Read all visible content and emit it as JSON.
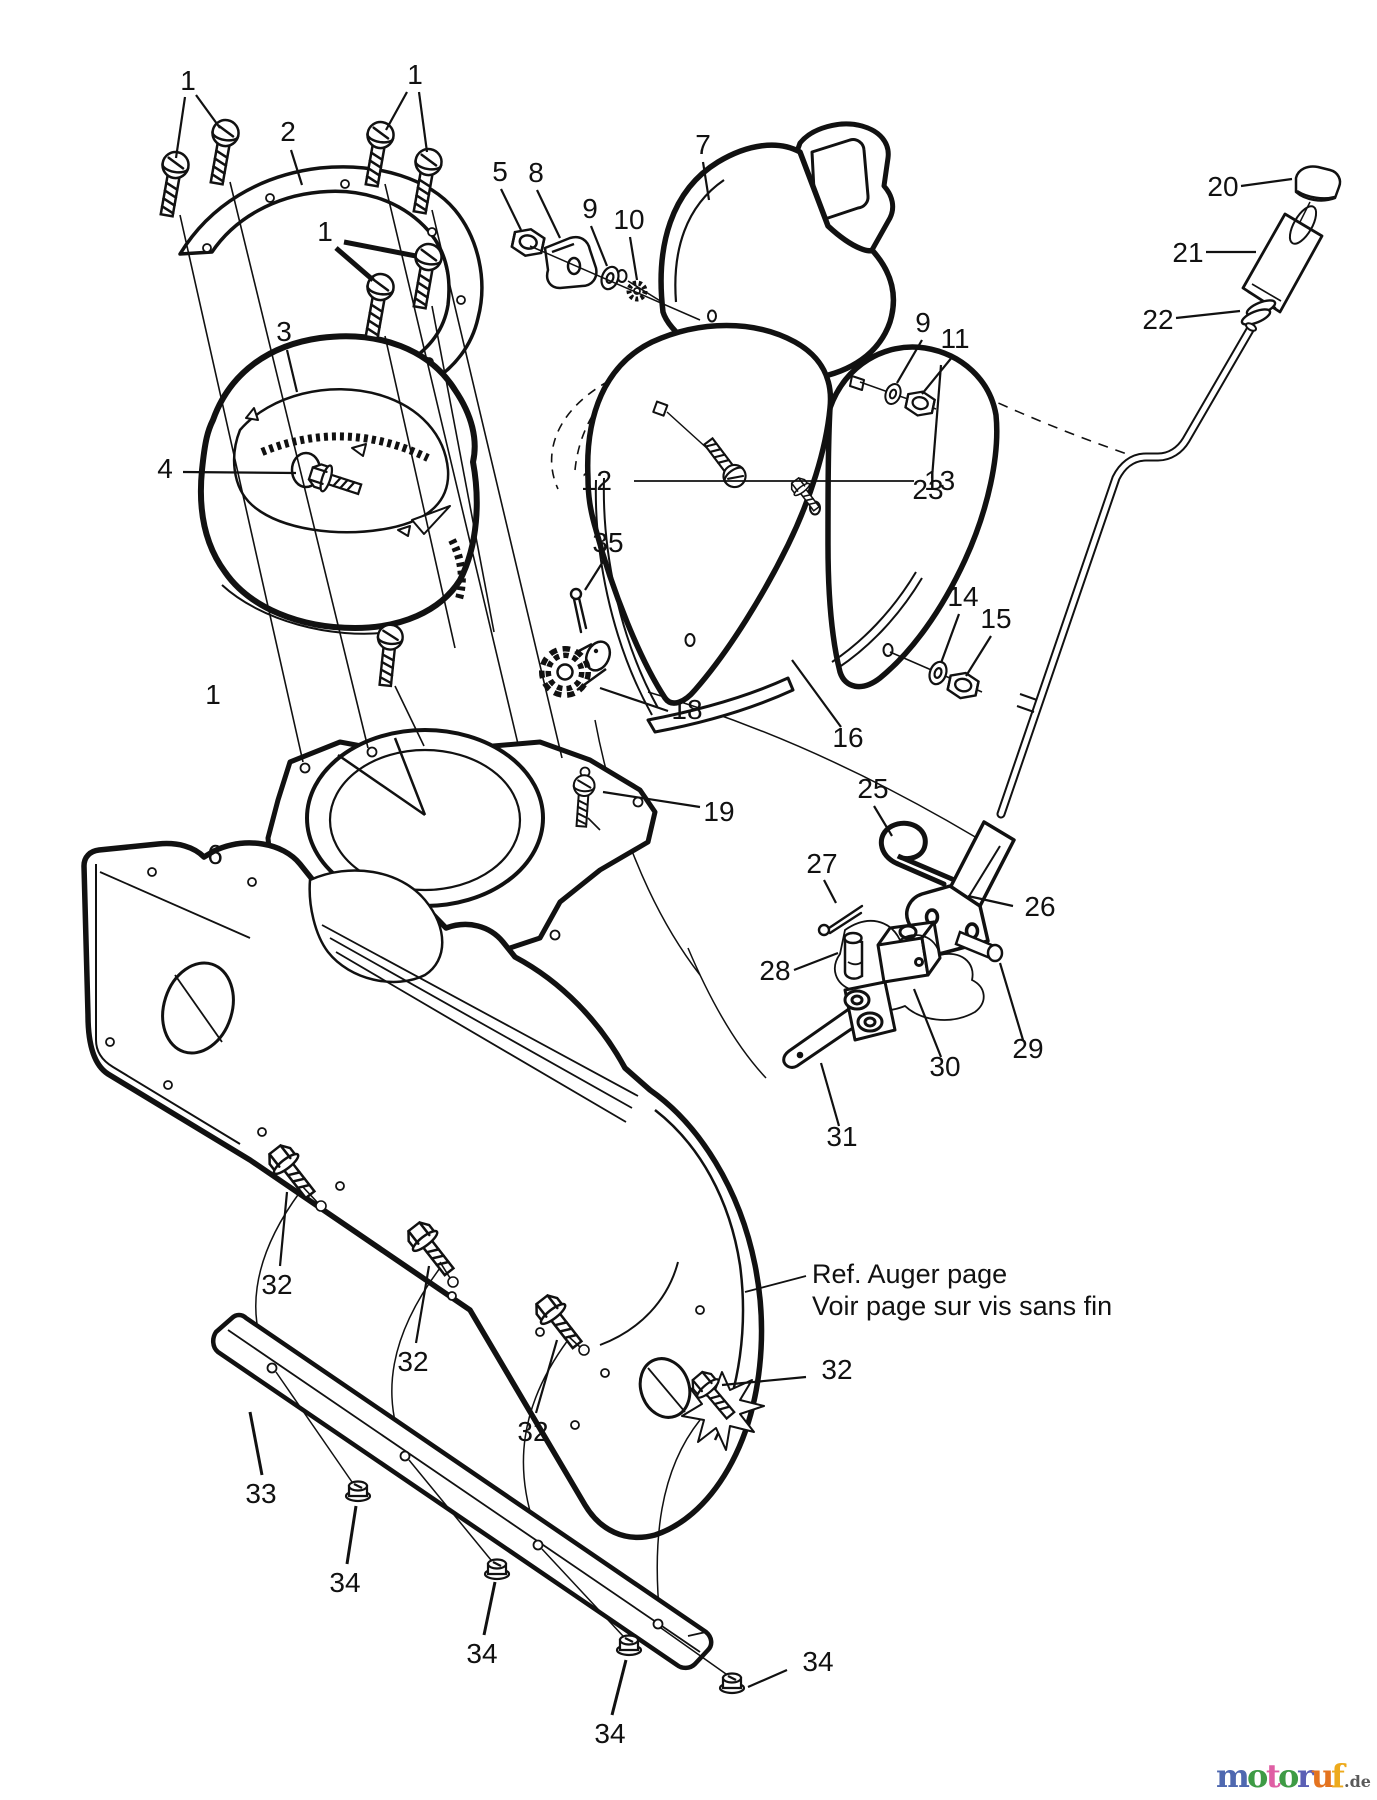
{
  "diagram": {
    "type": "exploded-parts-diagram",
    "subject": "Snow thrower discharge chute and chute crank assembly",
    "note": {
      "line1": "Ref. Auger page",
      "line2": "Voir page sur vis sans fin"
    }
  },
  "colors": {
    "ink": "#111111",
    "background": "#ffffff"
  },
  "callouts": [
    {
      "part": "carriage-bolt",
      "text": "1"
    },
    {
      "part": "carriage-bolt",
      "text": "1"
    },
    {
      "part": "retainer-ring",
      "text": "2"
    },
    {
      "part": "carriage-bolt",
      "text": "1"
    },
    {
      "part": "chute-base-ring",
      "text": "3"
    },
    {
      "part": "center-bolt",
      "text": "4"
    },
    {
      "part": "lock-nut",
      "text": "5"
    },
    {
      "part": "bracket",
      "text": "8"
    },
    {
      "part": "washer",
      "text": "9"
    },
    {
      "part": "lock-washer",
      "text": "10"
    },
    {
      "part": "upper-chute-deflector",
      "text": "7"
    },
    {
      "part": "washer",
      "text": "9"
    },
    {
      "part": "hex-nut",
      "text": "11"
    },
    {
      "part": "carriage-bolt",
      "text": "12"
    },
    {
      "part": "screw",
      "text": "13"
    },
    {
      "part": "washer",
      "text": "14"
    },
    {
      "part": "hex-nut",
      "text": "15"
    },
    {
      "part": "chute-lower-edge",
      "text": "16"
    },
    {
      "part": "cotter-pin",
      "text": "35"
    },
    {
      "part": "pinion-gear",
      "text": "18"
    },
    {
      "part": "screw",
      "text": "19"
    },
    {
      "part": "carriage-bolt",
      "text": "1"
    },
    {
      "part": "chute-collar",
      "text": "6"
    },
    {
      "part": "knob-cap",
      "text": "20"
    },
    {
      "part": "crank-grip",
      "text": "21"
    },
    {
      "part": "washer",
      "text": "22"
    },
    {
      "part": "crank-rod",
      "text": "23"
    },
    {
      "part": "hairpin-clip",
      "text": "25"
    },
    {
      "part": "clevis-coupler",
      "text": "26"
    },
    {
      "part": "cotter-pin",
      "text": "27"
    },
    {
      "part": "pin",
      "text": "28"
    },
    {
      "part": "clevis-pin",
      "text": "29"
    },
    {
      "part": "pivot-block",
      "text": "30"
    },
    {
      "part": "shaft",
      "text": "31"
    },
    {
      "part": "hex-bolt",
      "text": "32"
    },
    {
      "part": "hex-bolt",
      "text": "32"
    },
    {
      "part": "hex-bolt",
      "text": "32"
    },
    {
      "part": "hex-bolt",
      "text": "32"
    },
    {
      "part": "scraper-bar",
      "text": "33"
    },
    {
      "part": "flange-nut",
      "text": "34"
    },
    {
      "part": "flange-nut",
      "text": "34"
    },
    {
      "part": "flange-nut",
      "text": "34"
    },
    {
      "part": "flange-nut",
      "text": "34"
    }
  ],
  "watermark": {
    "letters": [
      {
        "ch": "m",
        "color": "#4f68b0"
      },
      {
        "ch": "o",
        "color": "#3e9b45"
      },
      {
        "ch": "t",
        "color": "#df5fa4"
      },
      {
        "ch": "o",
        "color": "#3e9b45"
      },
      {
        "ch": "r",
        "color": "#5b5fb5"
      },
      {
        "ch": "u",
        "color": "#e4731f"
      },
      {
        "ch": "f",
        "color": "#edaa1c"
      }
    ],
    "suffix": {
      "text": ".de",
      "color": "#5a5a5a"
    }
  }
}
